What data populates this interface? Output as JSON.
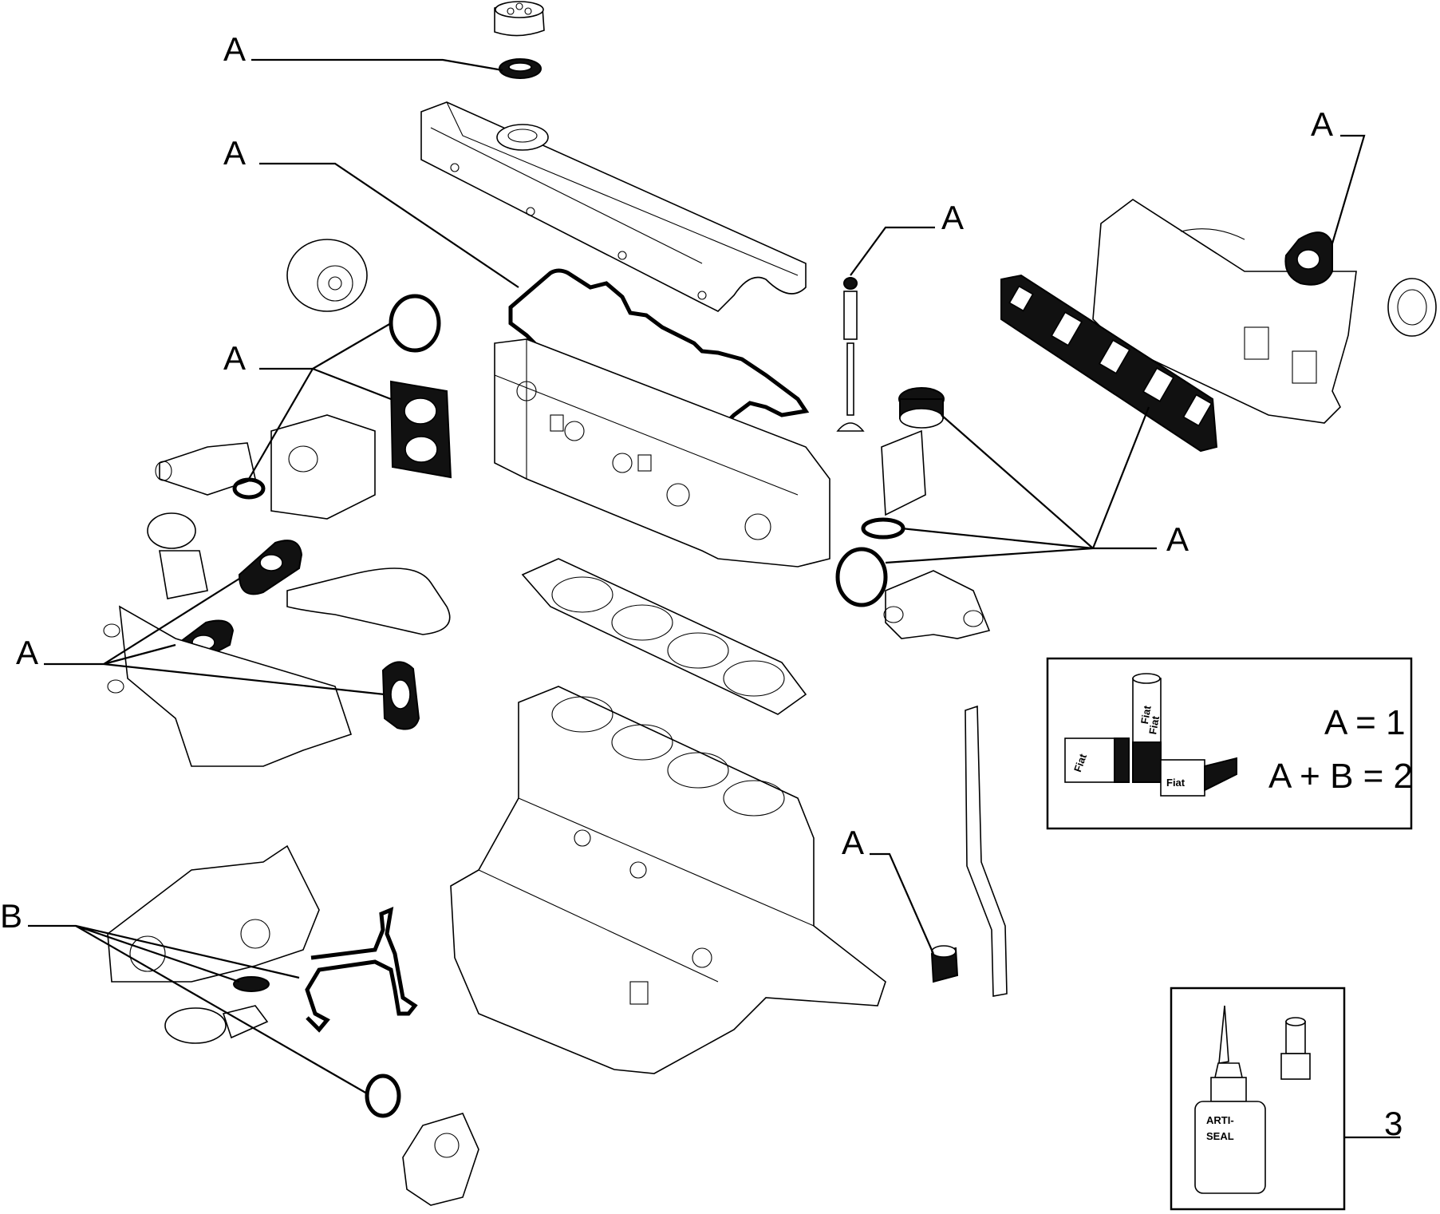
{
  "callouts": {
    "oil_cap_seal": "A",
    "cam_cover_gasket": "A",
    "water_pump_group": "A",
    "valve_stem_seal": "A",
    "exhaust_flange_gasket": "A",
    "manifold_group": "A",
    "egr_group": "A",
    "block_plug": "A",
    "oil_pump_group": "B",
    "sealant_kit": "3"
  },
  "legend": {
    "line1": "A = 1",
    "line2": "A + B = 2",
    "can_brand_1": "Fiat",
    "can_brand_2": "Fiat",
    "box_brand_1": "Fiat",
    "box_brand_2": "Fiat"
  },
  "sealant": {
    "bottle_text_1": "ARTI-",
    "bottle_text_2": "SEAL"
  }
}
